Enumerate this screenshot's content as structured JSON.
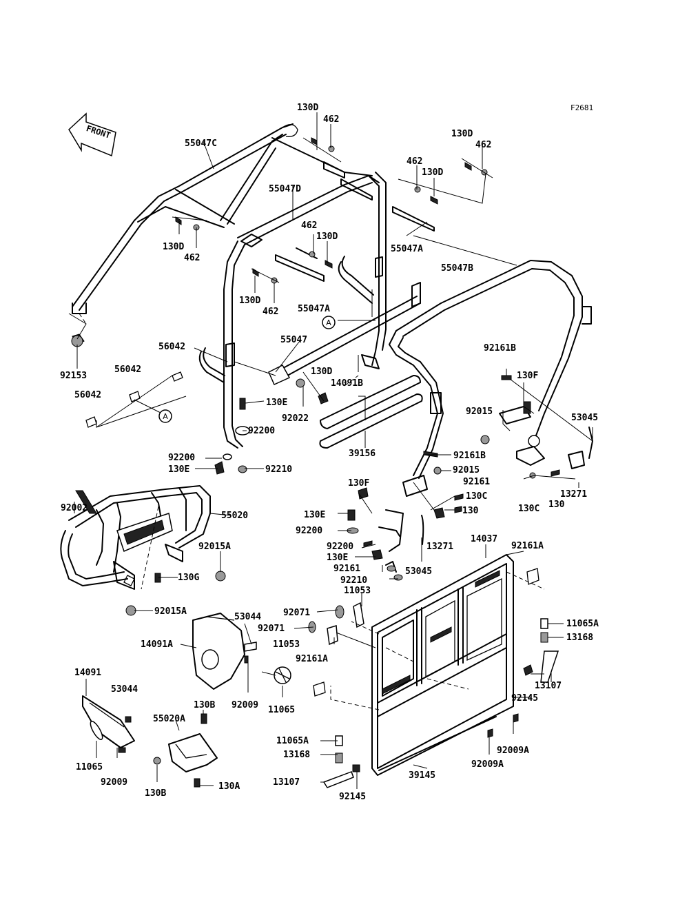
{
  "figure_code": "F2681",
  "front_indicator": "FRONT",
  "reference_marks": [
    "A",
    "A"
  ],
  "parts": [
    {
      "id": "130D-a",
      "number": "130D"
    },
    {
      "id": "462-a",
      "number": "462"
    },
    {
      "id": "130D-b",
      "number": "130D"
    },
    {
      "id": "462-b",
      "number": "462"
    },
    {
      "id": "462-c",
      "number": "462"
    },
    {
      "id": "130D-c",
      "number": "130D"
    },
    {
      "id": "55047C",
      "number": "55047C"
    },
    {
      "id": "55047D",
      "number": "55047D"
    },
    {
      "id": "55047A-a",
      "number": "55047A"
    },
    {
      "id": "462-d",
      "number": "462"
    },
    {
      "id": "130D-d",
      "number": "130D"
    },
    {
      "id": "130D-e",
      "number": "130D"
    },
    {
      "id": "462-e",
      "number": "462"
    },
    {
      "id": "55047B",
      "number": "55047B"
    },
    {
      "id": "130D-f",
      "number": "130D"
    },
    {
      "id": "462-f",
      "number": "462"
    },
    {
      "id": "55047A-b",
      "number": "55047A"
    },
    {
      "id": "55047",
      "number": "55047"
    },
    {
      "id": "56042-a",
      "number": "56042"
    },
    {
      "id": "130D-g",
      "number": "130D"
    },
    {
      "id": "14091B",
      "number": "14091B"
    },
    {
      "id": "92161B-a",
      "number": "92161B"
    },
    {
      "id": "92153",
      "number": "92153"
    },
    {
      "id": "56042-b",
      "number": "56042"
    },
    {
      "id": "56042-c",
      "number": "56042"
    },
    {
      "id": "130E-a",
      "number": "130E"
    },
    {
      "id": "92022",
      "number": "92022"
    },
    {
      "id": "130F-a",
      "number": "130F"
    },
    {
      "id": "92015-a",
      "number": "92015"
    },
    {
      "id": "53045-a",
      "number": "53045"
    },
    {
      "id": "92200-a",
      "number": "92200"
    },
    {
      "id": "39156",
      "number": "39156"
    },
    {
      "id": "92161B-b",
      "number": "92161B"
    },
    {
      "id": "92200-b",
      "number": "92200"
    },
    {
      "id": "130E-b",
      "number": "130E"
    },
    {
      "id": "92210-a",
      "number": "92210"
    },
    {
      "id": "92015-b",
      "number": "92015"
    },
    {
      "id": "92161-a",
      "number": "92161"
    },
    {
      "id": "13271-a",
      "number": "13271"
    },
    {
      "id": "130F-b",
      "number": "130F"
    },
    {
      "id": "130C-a",
      "number": "130C"
    },
    {
      "id": "92002",
      "number": "92002"
    },
    {
      "id": "55020",
      "number": "55020"
    },
    {
      "id": "130E-c",
      "number": "130E"
    },
    {
      "id": "130-a",
      "number": "130"
    },
    {
      "id": "130C-b",
      "number": "130C"
    },
    {
      "id": "130-b",
      "number": "130"
    },
    {
      "id": "92200-c",
      "number": "92200"
    },
    {
      "id": "14037",
      "number": "14037"
    },
    {
      "id": "92161A-a",
      "number": "92161A"
    },
    {
      "id": "92015A-a",
      "number": "92015A"
    },
    {
      "id": "92200-d",
      "number": "92200"
    },
    {
      "id": "13271-b",
      "number": "13271"
    },
    {
      "id": "130E-d",
      "number": "130E"
    },
    {
      "id": "130G",
      "number": "130G"
    },
    {
      "id": "92161-b",
      "number": "92161"
    },
    {
      "id": "53045-b",
      "number": "53045"
    },
    {
      "id": "92210-b",
      "number": "92210"
    },
    {
      "id": "11053-a",
      "number": "11053"
    },
    {
      "id": "92015A-b",
      "number": "92015A"
    },
    {
      "id": "92071-a",
      "number": "92071"
    },
    {
      "id": "53044-a",
      "number": "53044"
    },
    {
      "id": "11065A-a",
      "number": "11065A"
    },
    {
      "id": "92071-b",
      "number": "92071"
    },
    {
      "id": "13168-a",
      "number": "13168"
    },
    {
      "id": "14091A",
      "number": "14091A"
    },
    {
      "id": "11053-b",
      "number": "11053"
    },
    {
      "id": "92161A-b",
      "number": "92161A"
    },
    {
      "id": "13107-a",
      "number": "13107"
    },
    {
      "id": "14091",
      "number": "14091"
    },
    {
      "id": "53044-b",
      "number": "53044"
    },
    {
      "id": "92009-a",
      "number": "92009"
    },
    {
      "id": "11065-a",
      "number": "11065"
    },
    {
      "id": "92145-a",
      "number": "92145"
    },
    {
      "id": "130B-a",
      "number": "130B"
    },
    {
      "id": "55020A",
      "number": "55020A"
    },
    {
      "id": "92009A-a",
      "number": "92009A"
    },
    {
      "id": "11065A-b",
      "number": "11065A"
    },
    {
      "id": "13168-b",
      "number": "13168"
    },
    {
      "id": "92009A-b",
      "number": "92009A"
    },
    {
      "id": "11065-b",
      "number": "11065"
    },
    {
      "id": "92009-b",
      "number": "92009"
    },
    {
      "id": "39145",
      "number": "39145"
    },
    {
      "id": "13107-b",
      "number": "13107"
    },
    {
      "id": "130B-b",
      "number": "130B"
    },
    {
      "id": "130A",
      "number": "130A"
    },
    {
      "id": "92145-b",
      "number": "92145"
    }
  ]
}
